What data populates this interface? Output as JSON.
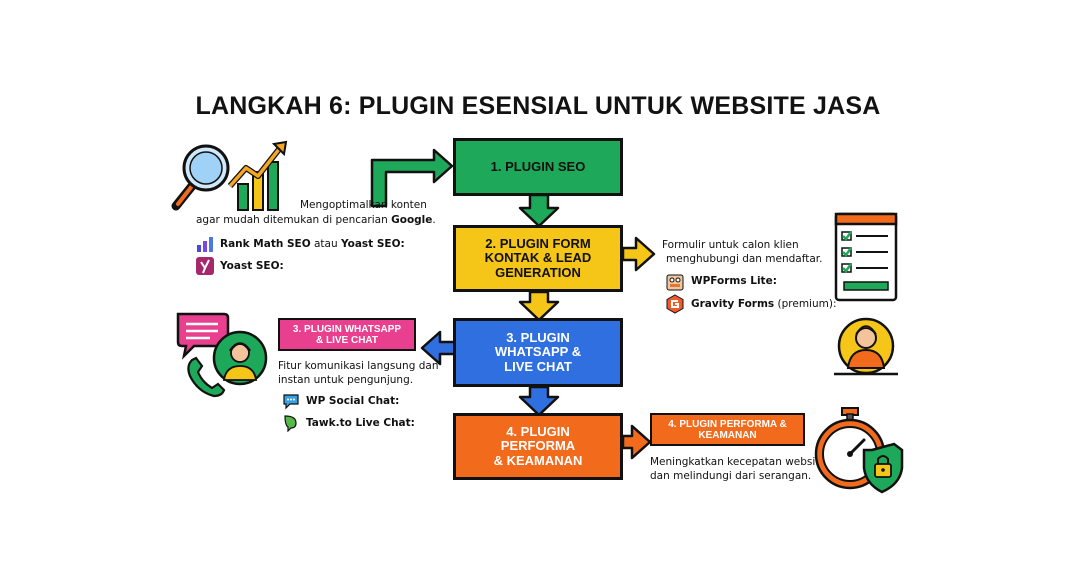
{
  "title": "LANGKAH 6: PLUGIN ESENSIAL UNTUK WEBSITE JASA",
  "steps": [
    {
      "lines": [
        "1. PLUGIN SEO"
      ],
      "color": "#1ea85a"
    },
    {
      "lines": [
        "2. PLUGIN FORM",
        "KONTAK & LEAD",
        "GENERATION"
      ],
      "color": "#f5c518"
    },
    {
      "lines": [
        "3. PLUGIN",
        "WHATSAPP &",
        "LIVE CHAT"
      ],
      "color": "#2f6fdf"
    },
    {
      "lines": [
        "4. PLUGIN",
        "PERFORMA",
        "& KEAMANAN"
      ],
      "color": "#f26a1b"
    }
  ],
  "seo": {
    "desc_line1": "Mengoptimalkan konten",
    "desc_line2_pre": "agar mudah ditemukan di pencarian ",
    "desc_line2_bold": "Google",
    "desc_line2_end": ".",
    "plugins": [
      {
        "name": "Rank Math SEO",
        "joiner": " atau ",
        "name2": "Yoast SEO:",
        "icon": "rank-math-icon"
      },
      {
        "name": "Yoast SEO:",
        "icon": "yoast-icon"
      }
    ]
  },
  "form": {
    "desc_line1": "Formulir untuk calon klien",
    "desc_line2": "menghubungi dan mendaftar.",
    "plugins": [
      {
        "name": "WPForms Lite:",
        "icon": "wpforms-icon"
      },
      {
        "name": "Gravity Forms",
        "suffix": " (premium):",
        "icon": "gravity-forms-icon"
      }
    ]
  },
  "chat": {
    "label_line1": "3. PLUGIN WHATSAPP",
    "label_line2": "& LIVE CHAT",
    "label_color": "#e8408f",
    "desc_line1": "Fitur komunikasi langsung dan",
    "desc_line2": "instan untuk pengunjung.",
    "plugins": [
      {
        "name": "WP Social Chat:",
        "icon": "chat-bubble-icon"
      },
      {
        "name": "Tawk.to Live Chat:",
        "icon": "tawkto-icon"
      }
    ]
  },
  "perf": {
    "label_line1": "4. PLUGIN PERFORMA &",
    "label_line2": "KEAMANAN",
    "label_color": "#f26a1b",
    "desc_line1": "Meningkatkan kecepatan website",
    "desc_line2": "dan melindungi dari serangan."
  },
  "colors": {
    "arrow": "#1ea85a",
    "arrow_yellow": "#f5c518",
    "arrow_blue": "#2f6fdf",
    "outline": "#111111"
  }
}
